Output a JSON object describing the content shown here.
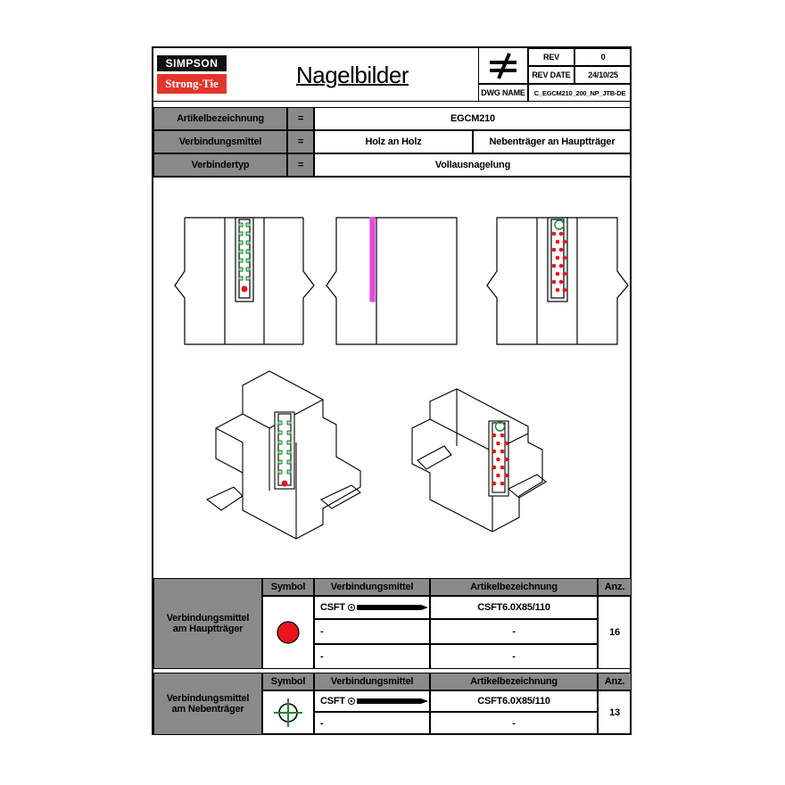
{
  "header": {
    "logo_top": "SIMPSON",
    "logo_bottom": "Strong-Tie",
    "title": "Nagelbilder",
    "rev_label": "REV",
    "rev_value": "0",
    "rev_date_label": "REV DATE",
    "rev_date_value": "24/10/25",
    "dwg_name_label": "DWG NAME",
    "dwg_name_value": "C_EGCM210_200_NP_JTB-DE",
    "symbol_icon": "not-equal-icon"
  },
  "info": [
    {
      "label": "Artikelbezeichnung",
      "eq": "=",
      "value": "EGCM210"
    },
    {
      "label": "Verbindungsmittel",
      "eq": "=",
      "value_left": "Holz an Holz",
      "value_right": "Nebenträger an Hauptträger"
    },
    {
      "label": "Verbindertyp",
      "eq": "=",
      "value": "Vollausnagelung"
    }
  ],
  "colors": {
    "grey": "#8a8a8a",
    "red": "#e8161b",
    "green": "#1f8a2e",
    "magenta": "#e24ae0",
    "logo_red": "#e2362b"
  },
  "tables": [
    {
      "side_label": "Verbindungsmittel am Hauptträger",
      "headers": [
        "Symbol",
        "Verbindungsmittel",
        "Artikelbezeichnung",
        "Anz."
      ],
      "symbol_icon": "red-dot-icon",
      "rows": [
        {
          "fastener": "CSFT",
          "article": "CSFT6.0X85/110"
        },
        {
          "fastener": "-",
          "article": "-"
        },
        {
          "fastener": "-",
          "article": "-"
        }
      ],
      "count": "16"
    },
    {
      "side_label": "Verbindungsmittel am Nebenträger",
      "headers": [
        "Symbol",
        "Verbindungsmittel",
        "Artikelbezeichnung",
        "Anz."
      ],
      "symbol_icon": "green-crosshair-icon",
      "rows": [
        {
          "fastener": "CSFT",
          "article": "CSFT6.0X85/110"
        },
        {
          "fastener": "-",
          "article": "-"
        }
      ],
      "count": "13"
    }
  ]
}
